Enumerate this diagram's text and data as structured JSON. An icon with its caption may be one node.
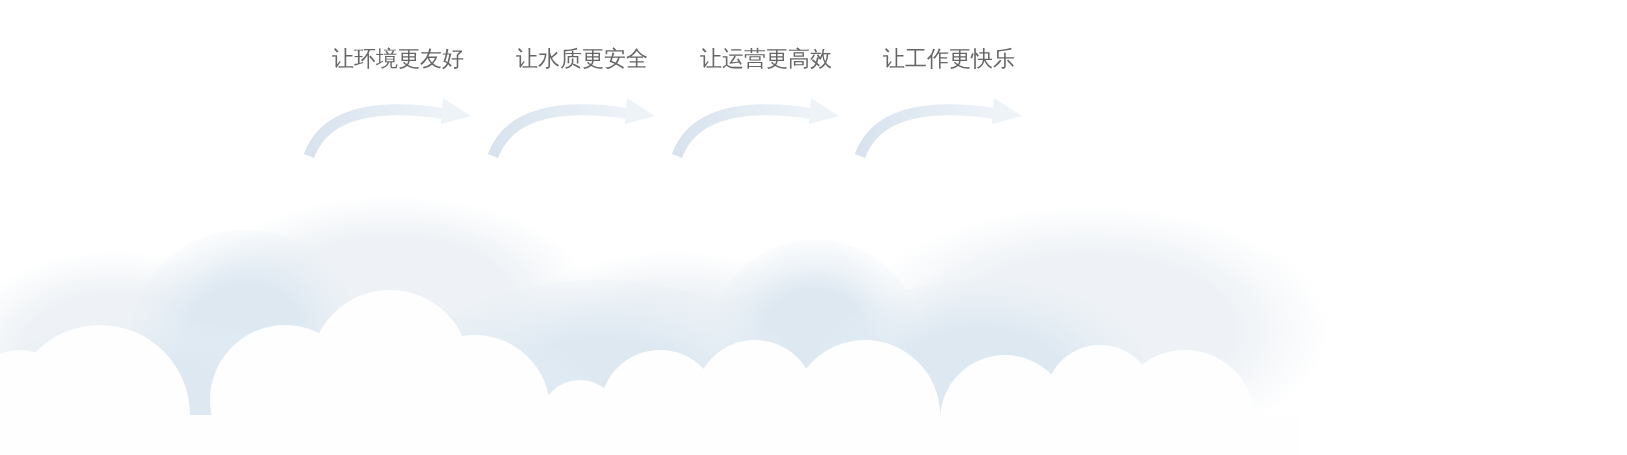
{
  "diagram": {
    "labels": [
      "让环境更友好",
      "让水质更安全",
      "让运营更高效",
      "让工作更快乐"
    ]
  }
}
